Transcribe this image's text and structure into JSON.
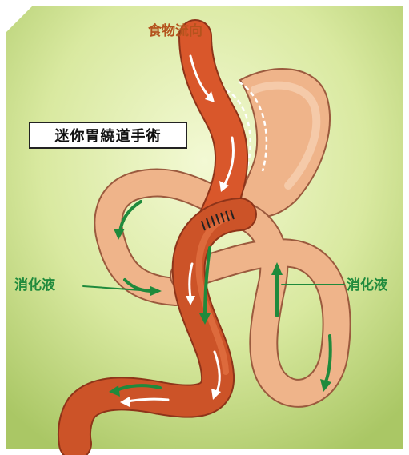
{
  "title": "迷你胃繞道手術",
  "food_direction_label": "食物流向",
  "digestive_juice_label_left": "消化液",
  "digestive_juice_label_right": "消化液",
  "colors": {
    "background_light": "#eef6c8",
    "background_dark": "#b3cf6a",
    "stomach_pouch": "#d9572b",
    "remnant_stomach": "#f1b78c",
    "intestine_orange": "#c8532a",
    "intestine_pink": "#eeae8a",
    "flow_arrow_white": "#ffffff",
    "flow_arrow_green": "#1f8a3c",
    "label_green": "#1f8a3c",
    "label_brown": "#b4531d"
  }
}
